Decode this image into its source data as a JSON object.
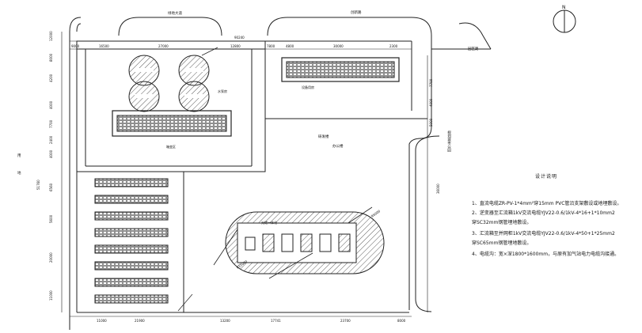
{
  "labels": {
    "road_top_left": "绿地大道",
    "road_top_right": "创新路",
    "road_right": "园区路",
    "equipment_area": "设备用房",
    "transformer_area": "箱变区",
    "pump_room": "水泵房",
    "main_building_a": "研发楼",
    "main_building_b": "办公楼",
    "side_label_1": "用",
    "side_label_2": "地",
    "right_vertical": "规划城市公园",
    "tank_label": "光储一体化",
    "compass_letter": "N"
  },
  "dims": {
    "top_total": "90240",
    "top_1": "9000",
    "top_2": "16500",
    "top_3": "27000",
    "top_4": "12800",
    "top_5": "7800",
    "top_6": "4800",
    "top_7": "30000",
    "top_8": "2300",
    "bottom_1": "11000",
    "bottom_2": "21900",
    "bottom_3": "13200",
    "bottom_4": "17741",
    "bottom_5": "23700",
    "bottom_6": "8000",
    "left_1": "12000",
    "left_2": "8000",
    "left_3": "4200",
    "left_4": "4000",
    "left_5": "7700",
    "left_6": "2400",
    "left_7": "4000",
    "left_8": "6560",
    "left_9": "5600",
    "left_10": "20000",
    "left_11": "11000",
    "left_total": "51760",
    "right_1": "7700",
    "right_2": "4000",
    "right_3": "5000",
    "right_total": "36000",
    "d_tank_1": "R15000",
    "d_tank_2": "R6000"
  },
  "notes": {
    "title": "设计说明",
    "lines": [
      "1、直流电缆ZR-PV-1*4mm²穿15mm PVC管沿支架敷设或地埋敷设。",
      "2、逆变器至汇流箱1kV交流电缆YJV22-0.6/1kV-4*16+1*10mm2",
      "   穿SC32mm钢管埋地敷设。",
      "3、汇流箱至并网柜1kV交流电缆YJV22-0.6/1kV-4*50+1*25mm2",
      "   穿SC65mm钢管埋地敷设。",
      "4、电缆沟：宽×深1800*1600mm，与原有加气站电力电缆沟接通。"
    ]
  },
  "colors": {
    "line": "#222222",
    "hatch": "#333333"
  }
}
